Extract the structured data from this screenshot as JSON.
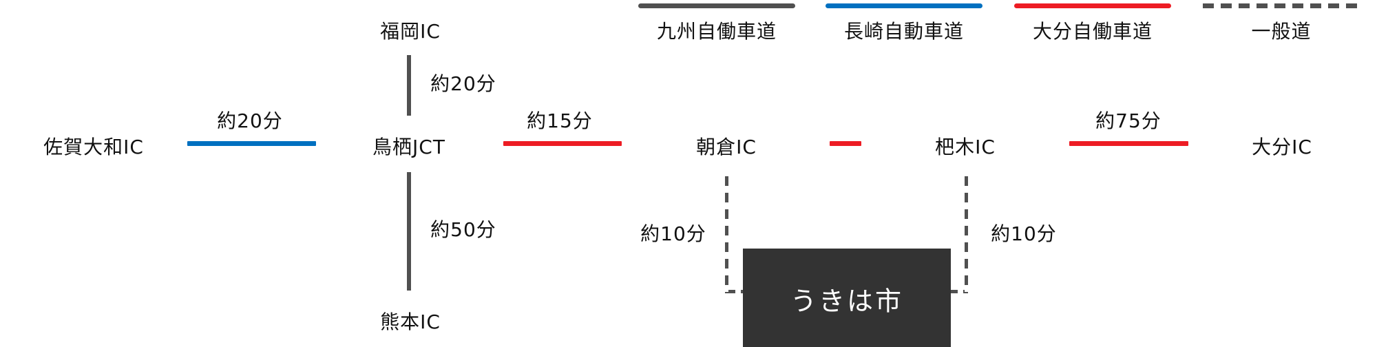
{
  "legend": [
    {
      "label": "九州自働車道",
      "color": "#505050",
      "style": "solid"
    },
    {
      "label": "長崎自動車道",
      "color": "#0070c0",
      "style": "solid"
    },
    {
      "label": "大分自働車道",
      "color": "#ed1c24",
      "style": "solid"
    },
    {
      "label": "一般道",
      "color": "#505050",
      "style": "dashed"
    }
  ],
  "nodes": {
    "saga_yamato": "佐賀大和IC",
    "tosu": "鳥栖JCT",
    "fukuoka": "福岡IC",
    "kumamoto": "熊本IC",
    "asakura": "朝倉IC",
    "haki": "杷木IC",
    "oita": "大分IC",
    "ukiha": "うきは市"
  },
  "routes": {
    "saga_tosu": "約20分",
    "fukuoka_tosu": "約20分",
    "tosu_kumamoto": "約50分",
    "tosu_asakura": "約15分",
    "haki_oita": "約75分",
    "asakura_ukiha": "約10分",
    "haki_ukiha": "約10分"
  }
}
